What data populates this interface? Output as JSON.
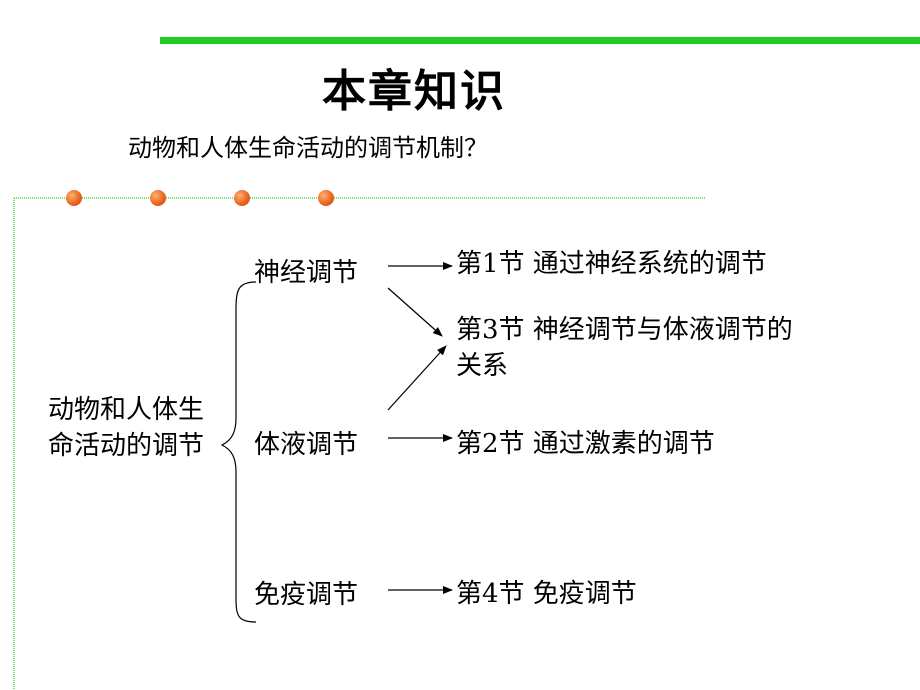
{
  "title": "本章知识",
  "subtitle": "动物和人体生命活动的调节机制？",
  "root": "动物和人体生命活动的调节",
  "branches": {
    "nerve": "神经调节",
    "humoral": "体液调节",
    "immune": "免疫调节"
  },
  "sections": {
    "s1": "第1节 通过神经系统的调节",
    "s3_line1": "第3节 神经调节与体液调节的",
    "s3_line2": "关系",
    "s2": "第2节 通过激素的调节",
    "s4": "第4节 免疫调节"
  },
  "colors": {
    "green": "#22cc22",
    "dot": "#e8601a"
  }
}
